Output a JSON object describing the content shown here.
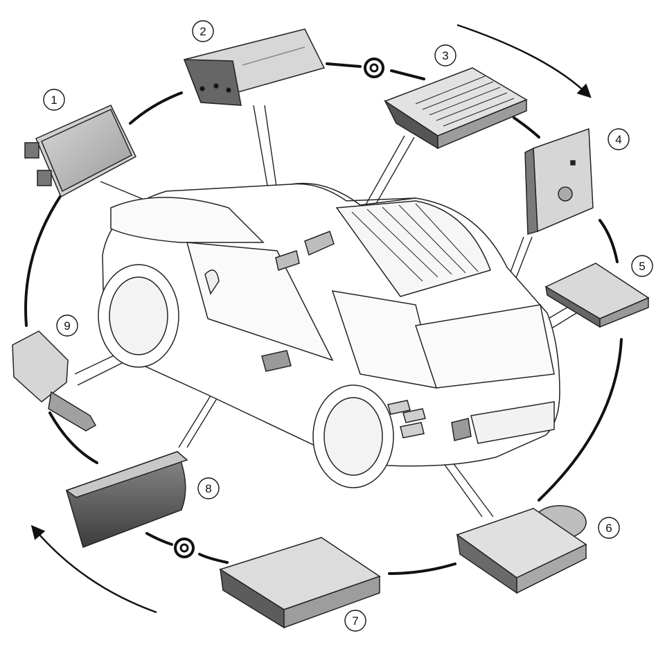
{
  "callouts": [
    {
      "id": 1,
      "label": "1"
    },
    {
      "id": 2,
      "label": "2"
    },
    {
      "id": 3,
      "label": "3"
    },
    {
      "id": 4,
      "label": "4"
    },
    {
      "id": 5,
      "label": "5"
    },
    {
      "id": 6,
      "label": "6"
    },
    {
      "id": 7,
      "label": "7"
    },
    {
      "id": 8,
      "label": "8"
    },
    {
      "id": 9,
      "label": "9"
    }
  ],
  "colors": {
    "line": "#111111",
    "module_light": "#e6e6e6",
    "module_mid": "#bdbdbd",
    "module_dark": "#555555",
    "background": "#ffffff"
  },
  "icons": [
    "fiber-optic-loop-icon",
    "direction-arrow-icon"
  ]
}
